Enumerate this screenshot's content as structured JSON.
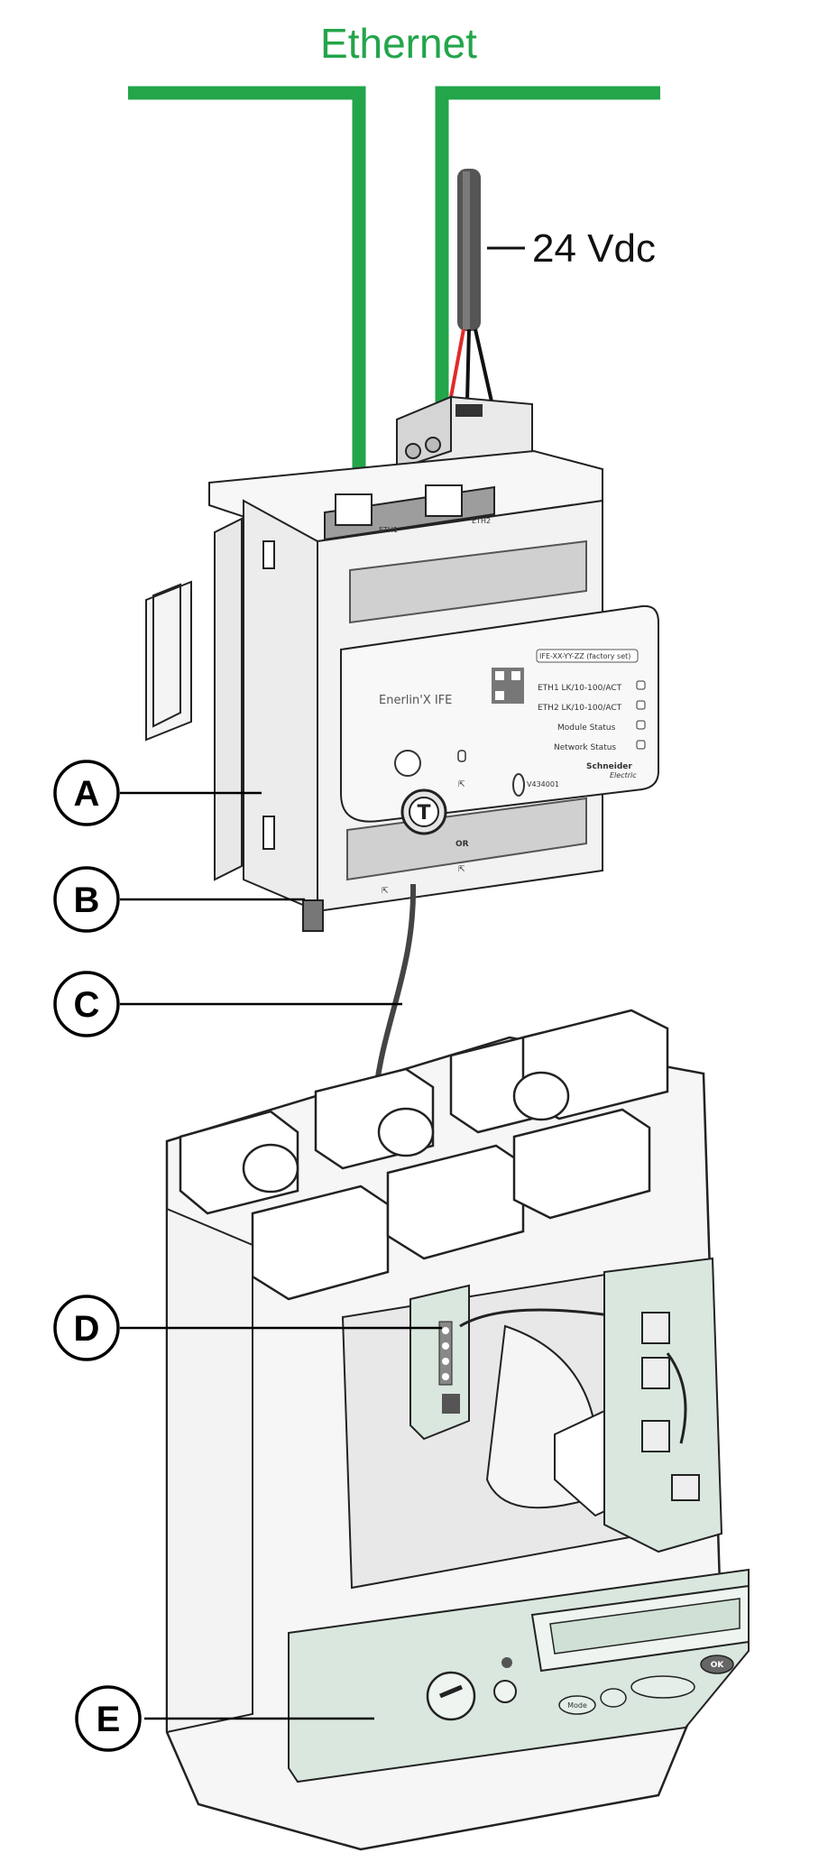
{
  "labels": {
    "network": "Ethernet",
    "power_supply": "24 Vdc"
  },
  "callouts": [
    {
      "letter": "A"
    },
    {
      "letter": "B"
    },
    {
      "letter": "C"
    },
    {
      "letter": "D"
    },
    {
      "letter": "E"
    }
  ],
  "module": {
    "brand": "Enerlin'X IFE",
    "factory_set": "IFE-XX-YY-ZZ (factory set)",
    "led_labels": [
      "ETH1  LK/10-100/ACT",
      "ETH2  LK/10-100/ACT",
      "Module Status",
      "Network Status"
    ],
    "port_labels": [
      "ETH1",
      "ETH2"
    ],
    "maker_line1": "Schneider",
    "maker_line2": "Electric",
    "part_number": "V434001",
    "test_button": "T",
    "or_label": "OR"
  },
  "trip_unit": {
    "ok_label": "OK",
    "mode_label": "Mode"
  },
  "colors": {
    "ethernet_line": "#23a54a",
    "callout_stroke": "#000000",
    "trip_unit_body": "#d9e7de",
    "module_body": "#f2f2f2"
  }
}
